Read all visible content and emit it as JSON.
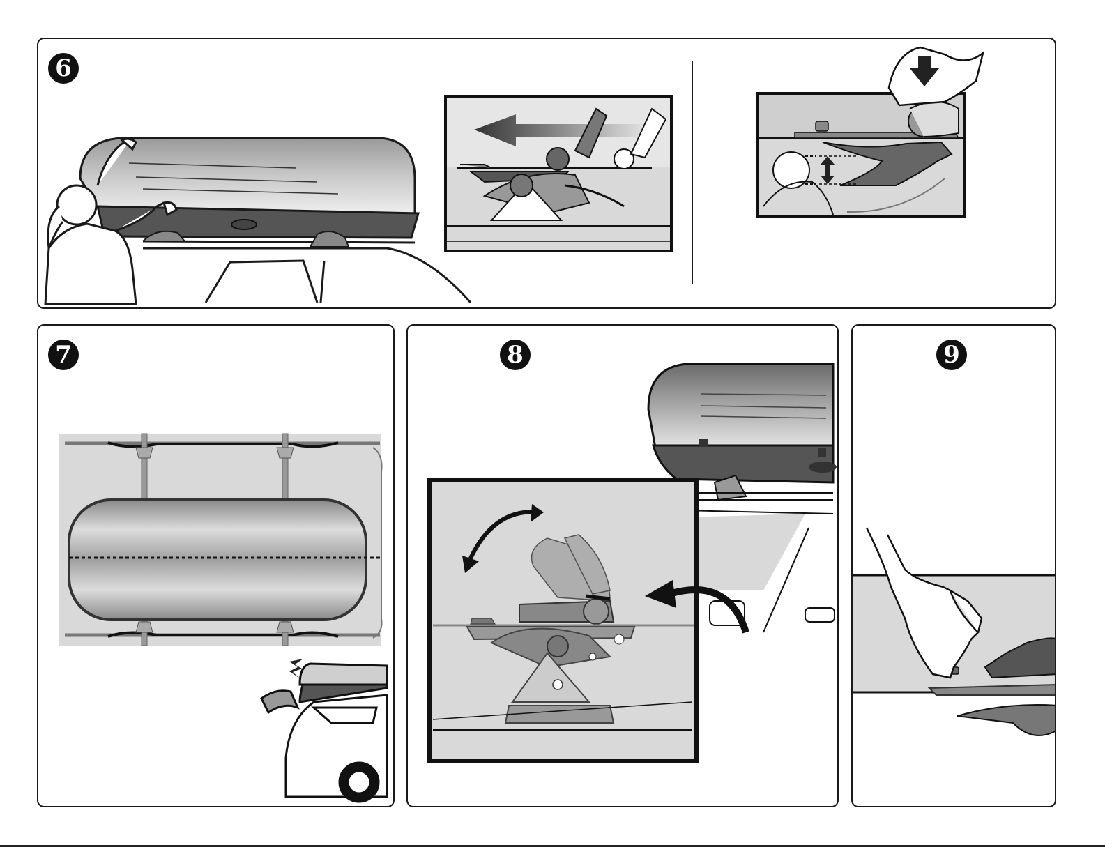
{
  "steps": [
    {
      "number": "6"
    },
    {
      "number": "7"
    },
    {
      "number": "8"
    },
    {
      "number": "9"
    }
  ],
  "colors": {
    "ink": "#1a1a1a",
    "box_dark": "#555555",
    "box_mid": "#8c8c8c",
    "inset_bg": "#d9d9d9",
    "panel_bg": "#ffffff"
  },
  "icons": [
    "arrow-left-icon",
    "arrow-down-icon",
    "double-arrow-vertical-icon",
    "curved-double-arrow-icon",
    "curved-arrow-icon",
    "spark-icon"
  ]
}
